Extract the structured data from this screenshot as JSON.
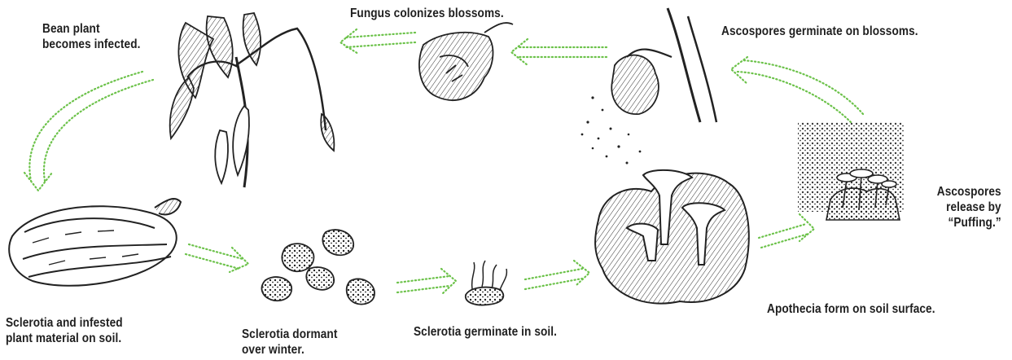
{
  "stages": {
    "bean_plant_infected": "Bean plant\nbecomes infected.",
    "fungus_colonizes": "Fungus colonizes blossoms.",
    "ascospores_germinate": "Ascospores germinate on blossoms.",
    "ascospores_release": "Ascospores\nrelease by\n“Puffing.”",
    "apothecia_form": "Apothecia form on soil surface.",
    "sclerotia_germinate": "Sclerotia germinate in soil.",
    "sclerotia_dormant": "Sclerotia dormant\nover winter.",
    "sclerotia_infested": "Sclerotia and infested\nplant material on soil."
  },
  "colors": {
    "arrow": "#6cc24a",
    "ink": "#1f1f1f"
  }
}
